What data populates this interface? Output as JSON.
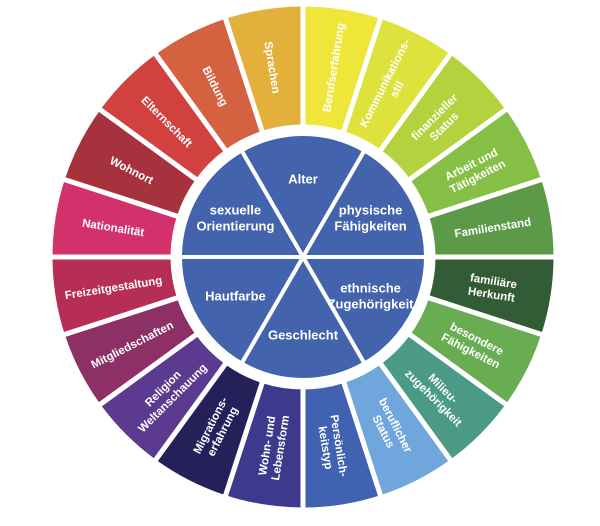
{
  "wheel": {
    "inner_color": "#4363ad",
    "inner": [
      {
        "lines": [
          "Alter"
        ]
      },
      {
        "lines": [
          "physische",
          "Fähigkeiten"
        ]
      },
      {
        "lines": [
          "ethnische",
          "Zugehörigkeit"
        ]
      },
      {
        "lines": [
          "Geschlecht"
        ]
      },
      {
        "lines": [
          "Hautfarbe"
        ]
      },
      {
        "lines": [
          "sexuelle",
          "Orientierung"
        ]
      }
    ],
    "outer": [
      {
        "lines": [
          "Berufserfahrung"
        ],
        "color": "#f0e63a"
      },
      {
        "lines": [
          "Kommunikations-",
          "stil"
        ],
        "color": "#dde23c"
      },
      {
        "lines": [
          "finanzieller",
          "Status"
        ],
        "color": "#b4d23d"
      },
      {
        "lines": [
          "Arbeit und",
          "Tätigkeiten"
        ],
        "color": "#86bf45"
      },
      {
        "lines": [
          "Familienstand"
        ],
        "color": "#5c9a48"
      },
      {
        "lines": [
          "familiäre",
          "Herkunft"
        ],
        "color": "#325c35"
      },
      {
        "lines": [
          "besondere",
          "Fähigkeiten"
        ],
        "color": "#68ad52"
      },
      {
        "lines": [
          "Milieu-",
          "zugehörigkeit"
        ],
        "color": "#4b9a86"
      },
      {
        "lines": [
          "beruflicher",
          "Status"
        ],
        "color": "#6fa6dc"
      },
      {
        "lines": [
          "Persönlich-",
          "keitstyp"
        ],
        "color": "#4162b0"
      },
      {
        "lines": [
          "Wohn- und",
          "Lebensform"
        ],
        "color": "#3d3a8e"
      },
      {
        "lines": [
          "Migrations-",
          "erfahrung"
        ],
        "color": "#26205a"
      },
      {
        "lines": [
          "Religion",
          "Weltanschauung"
        ],
        "color": "#5b3a8f"
      },
      {
        "lines": [
          "Mitgliedschaften"
        ],
        "color": "#8c3066"
      },
      {
        "lines": [
          "Freizeitgestaltung"
        ],
        "color": "#b62d56"
      },
      {
        "lines": [
          "Nationalität"
        ],
        "color": "#d2316c"
      },
      {
        "lines": [
          "Wohnort"
        ],
        "color": "#a6323e"
      },
      {
        "lines": [
          "Elternschaft"
        ],
        "color": "#d1413f"
      },
      {
        "lines": [
          "Bildung"
        ],
        "color": "#d4613f"
      },
      {
        "lines": [
          "Sprachen"
        ],
        "color": "#e4b03c"
      }
    ]
  }
}
